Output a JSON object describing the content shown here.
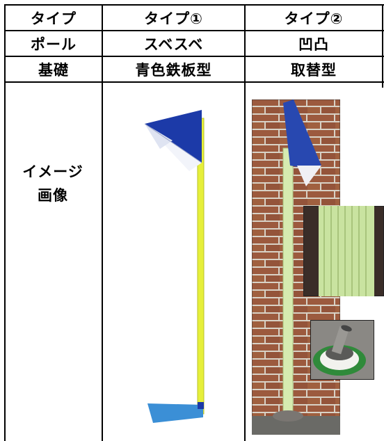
{
  "table": {
    "header": [
      "タイプ",
      "タイプ①",
      "タイプ②"
    ],
    "row_pole": [
      "ポール",
      "スベスベ",
      "凹凸"
    ],
    "row_base": [
      "基礎",
      "青色鉄板型",
      "取替型"
    ],
    "row_image_label_line1": "イメージ",
    "row_image_label_line2": "画像"
  },
  "colors": {
    "pole_yellow": "#e6ef3a",
    "flag_blue": "#1c3aa8",
    "pole_green": "#d6ebb0",
    "brick": "#8c4a32",
    "astro_turf": "#2f8a3a"
  }
}
